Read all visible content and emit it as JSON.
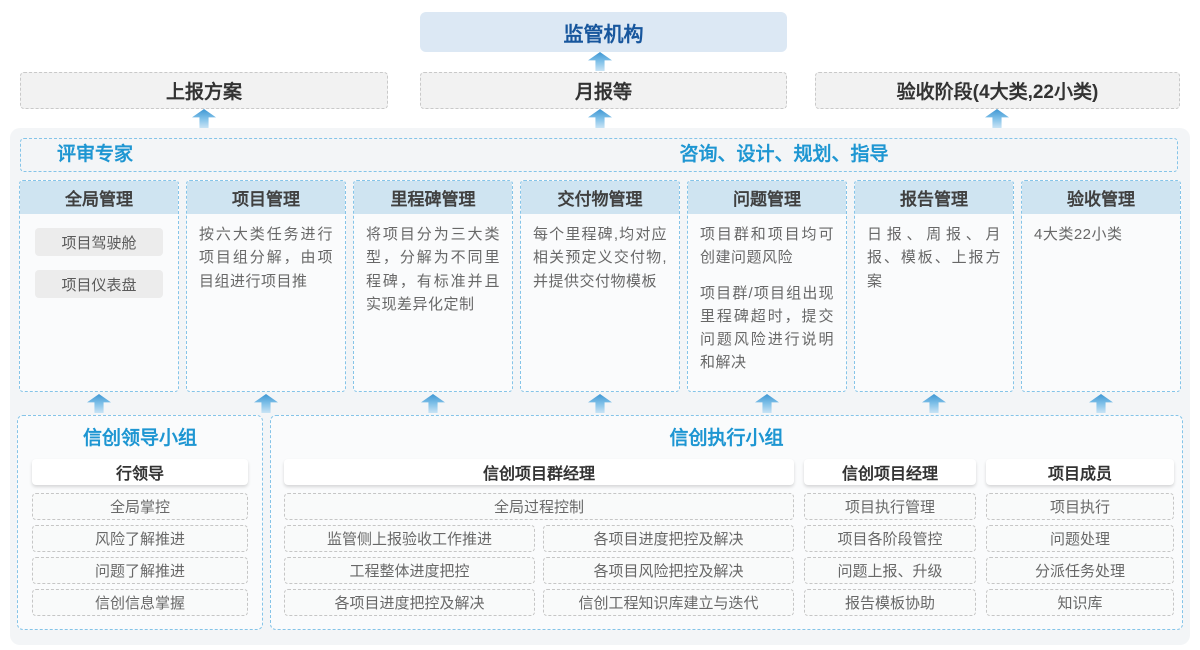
{
  "top": {
    "regulator_label": "监管机构"
  },
  "report_row": {
    "plan": "上报方案",
    "monthly": "月报等",
    "acceptance": "验收阶段(4大类,22小类)"
  },
  "experts_band": {
    "left_label": "评审专家",
    "right_label": "咨询、设计、规划、指导"
  },
  "columns": [
    {
      "title": "全局管理",
      "pills": [
        "项目驾驶舱",
        "项目仪表盘"
      ]
    },
    {
      "title": "项目管理",
      "paragraphs": [
        "按六大类任务进行项目组分解，由项目组进行项目推"
      ]
    },
    {
      "title": "里程碑管理",
      "paragraphs": [
        "将项目分为三大类型，分解为不同里程碑，有标准并且实现差异化定制"
      ]
    },
    {
      "title": "交付物管理",
      "paragraphs": [
        "每个里程碑,均对应相关预定义交付物,并提供交付物模板"
      ]
    },
    {
      "title": "问题管理",
      "paragraphs": [
        "项目群和项目均可创建问题风险",
        "项目群/项目组出现里程碑超时，提交问题风险进行说明和解决"
      ]
    },
    {
      "title": "报告管理",
      "paragraphs": [
        "日报、周报、月报、模板、上报方案"
      ]
    },
    {
      "title": "验收管理",
      "paragraphs": [
        "4大类22小类"
      ]
    }
  ],
  "leadership_group": {
    "title": "信创领导小组",
    "role": "行领导",
    "items": [
      "全局掌控",
      "风险了解推进",
      "问题了解推进",
      "信创信息掌握"
    ]
  },
  "execution_group": {
    "title": "信创执行小组",
    "program_manager": {
      "role": "信创项目群经理",
      "full_item": "全局过程控制",
      "left_items": [
        "监管侧上报验收工作推进",
        "工程整体进度把控",
        "各项目进度把控及解决"
      ],
      "right_items": [
        "各项目进度把控及解决",
        "各项目风险把控及解决",
        "信创工程知识库建立与迭代"
      ]
    },
    "project_manager": {
      "role": "信创项目经理",
      "items": [
        "项目执行管理",
        "项目各阶段管控",
        "问题上报、升级",
        "报告模板协助"
      ]
    },
    "members": {
      "role": "项目成员",
      "items": [
        "项目执行",
        "问题处理",
        "分派任务处理",
        "知识库"
      ]
    }
  },
  "colors": {
    "accent_blue": "#1e96d2",
    "navy_blue": "#17569d",
    "column_header_bg": "#cfe4f1",
    "dashed_blue_border": "#85c4e8",
    "arrow_blue": "#3e96d3"
  }
}
